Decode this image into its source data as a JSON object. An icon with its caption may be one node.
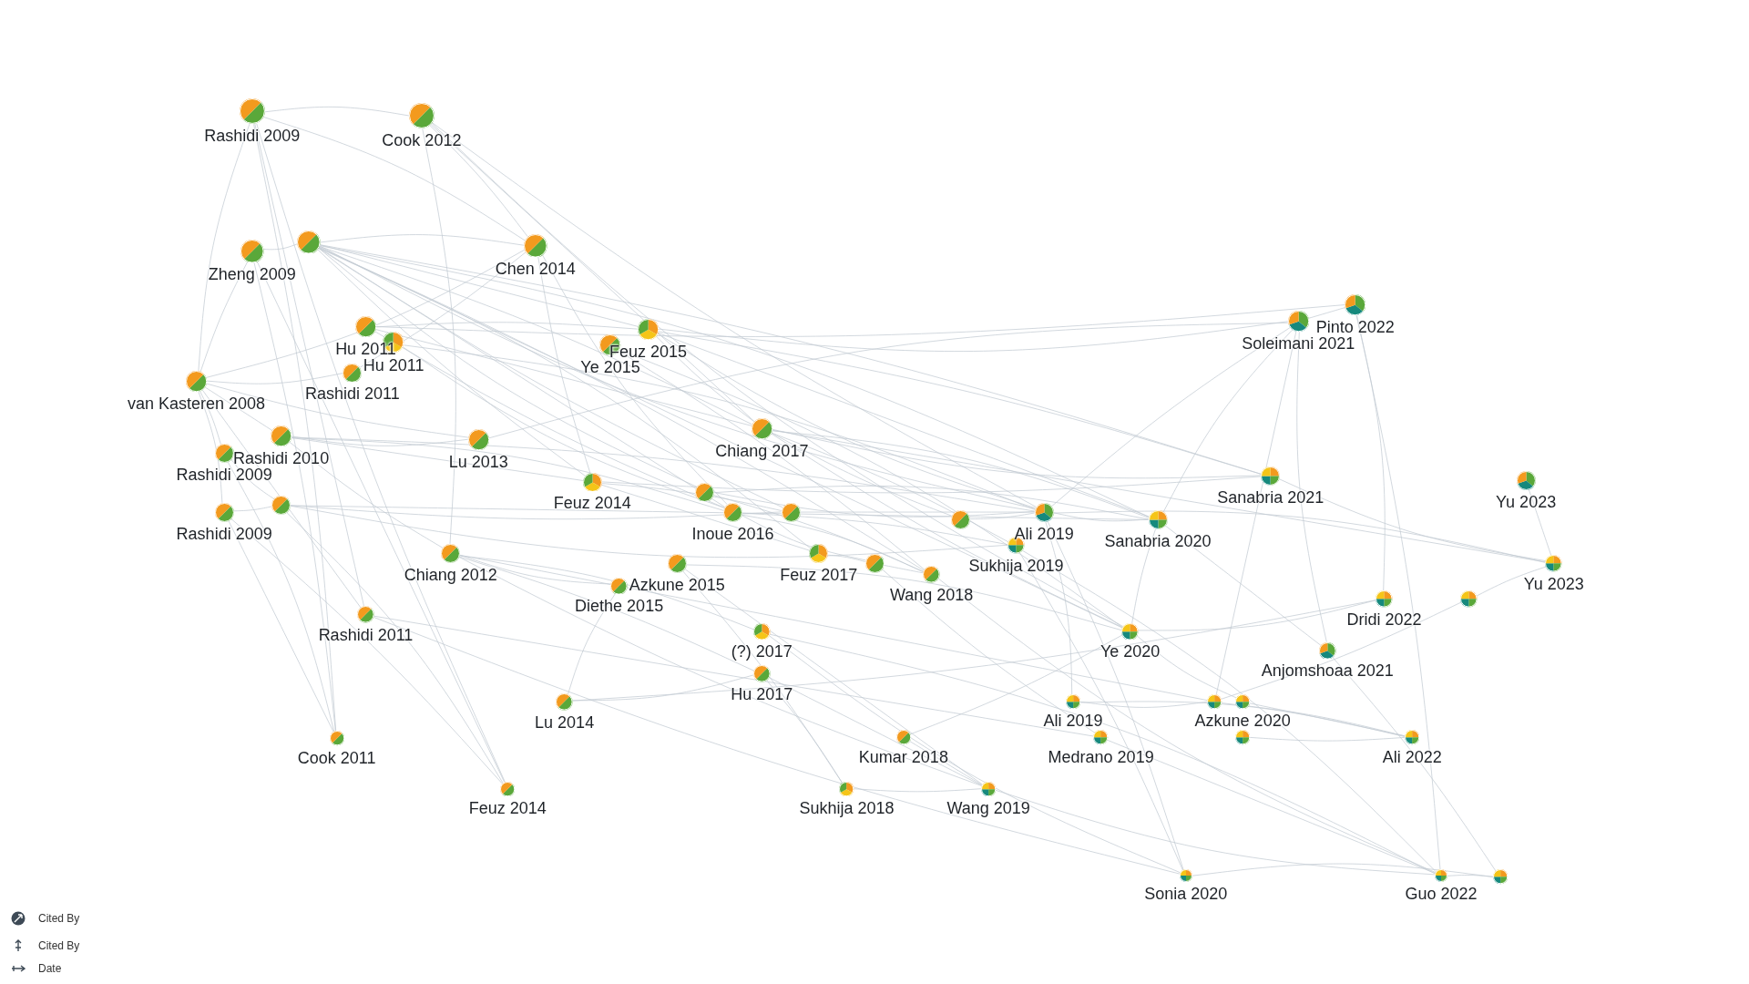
{
  "diagram": {
    "nodes": [
      {
        "text": [
          "Rashidi 2009"
        ]
      },
      {
        "text": [
          "Cook 2012"
        ]
      },
      {
        "text": [
          "Zheng 2009"
        ]
      },
      {
        "text": [],
        "shape": "circle"
      },
      {
        "text": [
          "Chen 2014"
        ]
      },
      {
        "text": [
          "Pinto 2022"
        ]
      },
      {
        "text": [
          "Soleimani 2021"
        ]
      },
      {
        "text": [
          "Hu 2011"
        ]
      },
      {
        "text": [
          "Feuz 2015"
        ]
      },
      {
        "text": [
          "Hu 2011"
        ]
      },
      {
        "text": [
          "Ye 2015"
        ]
      },
      {
        "text": [
          "Rashidi 2011"
        ]
      },
      {
        "text": [
          "van Kasteren 2008"
        ]
      },
      {
        "text": [
          "Chiang 2017"
        ]
      },
      {
        "text": [
          "Rashidi 2010"
        ]
      },
      {
        "text": [
          "Lu 2013"
        ]
      },
      {
        "text": [
          "Rashidi 2009"
        ]
      },
      {
        "text": [
          "Sanabria 2021"
        ]
      },
      {
        "text": [
          "Yu 2023"
        ]
      },
      {
        "text": [
          "Feuz 2014"
        ]
      },
      {
        "text": [],
        "shape": "circle"
      },
      {
        "text": [
          "Rashidi 2009"
        ]
      },
      {
        "text": [],
        "shape": "circle"
      },
      {
        "text": [
          "Inoue 2016"
        ]
      },
      {
        "text": [],
        "shape": "circle"
      },
      {
        "text": [],
        "shape": "circle"
      },
      {
        "text": [
          "Ali 2019"
        ]
      },
      {
        "text": [
          "Sanabria 2020"
        ]
      },
      {
        "text": [
          "Sukhija 2019"
        ]
      },
      {
        "text": [
          "Chiang 2012"
        ]
      },
      {
        "text": [
          "Feuz 2017"
        ]
      },
      {
        "text": [],
        "shape": "circle"
      },
      {
        "text": [
          "Azkune 2015"
        ]
      },
      {
        "text": [
          "Yu 2023"
        ]
      },
      {
        "text": [
          "Wang 2018"
        ]
      },
      {
        "text": [
          "Diethe 2015"
        ]
      },
      {
        "text": [
          "Dridi 2022"
        ]
      },
      {
        "text": [],
        "shape": "circle"
      },
      {
        "text": [
          "Rashidi 2011"
        ]
      },
      {
        "text": [
          "(?) 2017"
        ]
      },
      {
        "text": [
          "Ye 2020"
        ]
      },
      {
        "text": [
          "Anjomshoaa 2021"
        ]
      },
      {
        "text": [
          "Hu 2017"
        ]
      },
      {
        "text": [
          "Lu 2014"
        ]
      },
      {
        "text": [
          "Ali 2019"
        ]
      },
      {
        "text": [],
        "shape": "circle"
      },
      {
        "text": [
          "Azkune 2020"
        ]
      },
      {
        "text": [
          "Cook 2011"
        ]
      },
      {
        "text": [
          "Kumar 2018"
        ]
      },
      {
        "text": [
          "Medrano 2019"
        ]
      },
      {
        "text": [],
        "shape": "circle"
      },
      {
        "text": [
          "Ali 2022"
        ]
      },
      {
        "text": [
          "Feuz 2014"
        ]
      },
      {
        "text": [
          "Sukhija 2018"
        ]
      },
      {
        "text": [
          "Wang 2019"
        ]
      },
      {
        "text": [
          "Sonia 2020"
        ]
      },
      {
        "text": [
          "Guo 2022"
        ]
      },
      {
        "text": [],
        "shape": "circle"
      }
    ],
    "edges": [
      {
        "from": 0,
        "to": 1,
        "arrow": "none"
      },
      {
        "from": 0,
        "to": 47,
        "arrow": "none"
      },
      {
        "from": 0,
        "to": 38,
        "arrow": "none"
      },
      {
        "from": 0,
        "to": 52,
        "arrow": "none"
      },
      {
        "from": 0,
        "to": 12,
        "arrow": "none"
      },
      {
        "from": 0,
        "to": 4,
        "arrow": "none"
      },
      {
        "from": 1,
        "to": 4,
        "arrow": "none"
      },
      {
        "from": 1,
        "to": 13,
        "arrow": "none"
      },
      {
        "from": 1,
        "to": 26,
        "arrow": "none"
      },
      {
        "from": 1,
        "to": 40,
        "arrow": "none"
      },
      {
        "from": 1,
        "to": 29,
        "arrow": "none"
      },
      {
        "from": 2,
        "to": 47,
        "arrow": "none"
      },
      {
        "from": 2,
        "to": 52,
        "arrow": "none"
      },
      {
        "from": 2,
        "to": 12,
        "arrow": "none"
      },
      {
        "from": 2,
        "to": 3,
        "arrow": "none"
      },
      {
        "from": 3,
        "to": 4,
        "arrow": "none"
      },
      {
        "from": 3,
        "to": 13,
        "arrow": "none"
      },
      {
        "from": 3,
        "to": 23,
        "arrow": "none"
      },
      {
        "from": 3,
        "to": 24,
        "arrow": "none"
      },
      {
        "from": 3,
        "to": 26,
        "arrow": "none"
      },
      {
        "from": 3,
        "to": 30,
        "arrow": "none"
      },
      {
        "from": 3,
        "to": 34,
        "arrow": "none"
      },
      {
        "from": 3,
        "to": 8,
        "arrow": "none"
      },
      {
        "from": 3,
        "to": 19,
        "arrow": "none"
      },
      {
        "from": 3,
        "to": 20,
        "arrow": "none"
      },
      {
        "from": 3,
        "to": 27,
        "arrow": "none"
      },
      {
        "from": 3,
        "to": 17,
        "arrow": "none"
      },
      {
        "from": 3,
        "to": 40,
        "arrow": "none"
      },
      {
        "from": 4,
        "to": 19,
        "arrow": "none"
      },
      {
        "from": 4,
        "to": 23,
        "arrow": "none"
      },
      {
        "from": 4,
        "to": 12,
        "arrow": "none"
      },
      {
        "from": 4,
        "to": 11,
        "arrow": "none"
      },
      {
        "from": 5,
        "to": 6,
        "arrow": "none"
      },
      {
        "from": 7,
        "to": 5,
        "arrow": "none"
      },
      {
        "from": 8,
        "to": 6,
        "arrow": "none"
      },
      {
        "from": 5,
        "to": 36,
        "arrow": "none"
      },
      {
        "from": 5,
        "to": 56,
        "arrow": "none"
      },
      {
        "from": 6,
        "to": 45,
        "arrow": "none"
      },
      {
        "from": 6,
        "to": 26,
        "arrow": "none"
      },
      {
        "from": 6,
        "to": 27,
        "arrow": "none"
      },
      {
        "from": 15,
        "to": 6,
        "arrow": "none"
      },
      {
        "from": 7,
        "to": 8,
        "arrow": "none"
      },
      {
        "from": 7,
        "to": 13,
        "arrow": "none"
      },
      {
        "from": 7,
        "to": 23,
        "arrow": "none"
      },
      {
        "from": 9,
        "to": 23,
        "arrow": "none"
      },
      {
        "from": 9,
        "to": 26,
        "arrow": "none"
      },
      {
        "from": 8,
        "to": 17,
        "arrow": "none"
      },
      {
        "from": 8,
        "to": 27,
        "arrow": "none"
      },
      {
        "from": 8,
        "to": 13,
        "arrow": "none"
      },
      {
        "from": 8,
        "to": 26,
        "arrow": "none"
      },
      {
        "from": 10,
        "to": 40,
        "arrow": "none"
      },
      {
        "from": 10,
        "to": 34,
        "arrow": "none"
      },
      {
        "from": 12,
        "to": 14,
        "arrow": "none"
      },
      {
        "from": 12,
        "to": 15,
        "arrow": "none"
      },
      {
        "from": 12,
        "to": 11,
        "arrow": "none"
      },
      {
        "from": 12,
        "to": 21,
        "arrow": "none"
      },
      {
        "from": 12,
        "to": 16,
        "arrow": "none"
      },
      {
        "from": 12,
        "to": 38,
        "arrow": "none"
      },
      {
        "from": 13,
        "to": 25,
        "arrow": "none"
      },
      {
        "from": 13,
        "to": 17,
        "arrow": "none"
      },
      {
        "from": 13,
        "to": 27,
        "arrow": "none"
      },
      {
        "from": 13,
        "to": 28,
        "arrow": "none"
      },
      {
        "from": 13,
        "to": 33,
        "arrow": "none"
      },
      {
        "from": 13,
        "to": 40,
        "arrow": "none"
      },
      {
        "from": 14,
        "to": 15,
        "arrow": "none"
      },
      {
        "from": 14,
        "to": 23,
        "arrow": "none"
      },
      {
        "from": 14,
        "to": 26,
        "arrow": "none"
      },
      {
        "from": 14,
        "to": 19,
        "arrow": "none"
      },
      {
        "from": 14,
        "to": 29,
        "arrow": "none"
      },
      {
        "from": 16,
        "to": 22,
        "arrow": "none"
      },
      {
        "from": 16,
        "to": 47,
        "arrow": "none"
      },
      {
        "from": 19,
        "to": 24,
        "arrow": "none"
      },
      {
        "from": 19,
        "to": 30,
        "arrow": "none"
      },
      {
        "from": 19,
        "to": 17,
        "arrow": "none"
      },
      {
        "from": 20,
        "to": 26,
        "arrow": "none"
      },
      {
        "from": 20,
        "to": 27,
        "arrow": "none"
      },
      {
        "from": 20,
        "to": 34,
        "arrow": "none"
      },
      {
        "from": 22,
        "to": 27,
        "arrow": "none"
      },
      {
        "from": 22,
        "to": 24,
        "arrow": "none"
      },
      {
        "from": 22,
        "to": 28,
        "arrow": "none"
      },
      {
        "from": 22,
        "to": 52,
        "arrow": "none"
      },
      {
        "from": 21,
        "to": 52,
        "arrow": "none"
      },
      {
        "from": 21,
        "to": 47,
        "arrow": "none"
      },
      {
        "from": 21,
        "to": 22,
        "arrow": "none"
      },
      {
        "from": 23,
        "to": 31,
        "arrow": "none"
      },
      {
        "from": 23,
        "to": 34,
        "arrow": "none"
      },
      {
        "from": 23,
        "to": 28,
        "arrow": "none"
      },
      {
        "from": 24,
        "to": 26,
        "arrow": "none"
      },
      {
        "from": 25,
        "to": 26,
        "arrow": "none"
      },
      {
        "from": 26,
        "to": 27,
        "arrow": "none"
      },
      {
        "from": 26,
        "to": 44,
        "arrow": "none"
      },
      {
        "from": 26,
        "to": 55,
        "arrow": "none"
      },
      {
        "from": 27,
        "to": 41,
        "arrow": "none"
      },
      {
        "from": 27,
        "to": 40,
        "arrow": "none"
      },
      {
        "from": 17,
        "to": 33,
        "arrow": "none"
      },
      {
        "from": 29,
        "to": 39,
        "arrow": "none"
      },
      {
        "from": 29,
        "to": 42,
        "arrow": "none"
      },
      {
        "from": 29,
        "to": 45,
        "arrow": "none"
      },
      {
        "from": 29,
        "to": 54,
        "arrow": "none"
      },
      {
        "from": 29,
        "to": 35,
        "arrow": "none"
      },
      {
        "from": 32,
        "to": 40,
        "arrow": "none"
      },
      {
        "from": 32,
        "to": 53,
        "arrow": "none"
      },
      {
        "from": 32,
        "to": 54,
        "arrow": "none"
      },
      {
        "from": 43,
        "to": 36,
        "arrow": "none"
      },
      {
        "from": 43,
        "to": 42,
        "arrow": "none"
      },
      {
        "from": 43,
        "to": 35,
        "arrow": "none"
      },
      {
        "from": 30,
        "to": 31,
        "arrow": "none"
      },
      {
        "from": 31,
        "to": 34,
        "arrow": "none"
      },
      {
        "from": 31,
        "to": 49,
        "arrow": "none"
      },
      {
        "from": 34,
        "to": 56,
        "arrow": "none"
      },
      {
        "from": 28,
        "to": 56,
        "arrow": "none"
      },
      {
        "from": 28,
        "to": 55,
        "arrow": "none"
      },
      {
        "from": 33,
        "to": 18,
        "arrow": "none"
      },
      {
        "from": 33,
        "to": 37,
        "arrow": "none"
      },
      {
        "from": 33,
        "to": 26,
        "arrow": "none"
      },
      {
        "from": 36,
        "to": 40,
        "arrow": "none"
      },
      {
        "from": 37,
        "to": 45,
        "arrow": "none"
      },
      {
        "from": 38,
        "to": 49,
        "arrow": "none"
      },
      {
        "from": 38,
        "to": 55,
        "arrow": "none"
      },
      {
        "from": 39,
        "to": 55,
        "arrow": "none"
      },
      {
        "from": 39,
        "to": 56,
        "arrow": "none"
      },
      {
        "from": 42,
        "to": 53,
        "arrow": "none"
      },
      {
        "from": 42,
        "to": 54,
        "arrow": "none"
      },
      {
        "from": 48,
        "to": 40,
        "arrow": "none"
      },
      {
        "from": 44,
        "to": 45,
        "arrow": "none"
      },
      {
        "from": 44,
        "to": 51,
        "arrow": "none"
      },
      {
        "from": 45,
        "to": 51,
        "arrow": "none"
      },
      {
        "from": 46,
        "to": 51,
        "arrow": "none"
      },
      {
        "from": 50,
        "to": 51,
        "arrow": "none"
      },
      {
        "from": 40,
        "to": 46,
        "arrow": "none"
      },
      {
        "from": 41,
        "to": 6,
        "arrow": "none"
      },
      {
        "from": 41,
        "to": 57,
        "arrow": "none"
      },
      {
        "from": 49,
        "to": 56,
        "arrow": "none"
      },
      {
        "from": 53,
        "to": 54,
        "arrow": "none"
      },
      {
        "from": 54,
        "to": 56,
        "arrow": "none"
      },
      {
        "from": 55,
        "to": 57,
        "arrow": "none"
      },
      {
        "from": 56,
        "to": 57,
        "arrow": "none"
      },
      {
        "from": 48,
        "to": 54,
        "arrow": "none"
      }
    ],
    "legend": [
      {
        "text": "Cited By"
      },
      {
        "text": "Cited By"
      },
      {
        "text": "Date"
      }
    ]
  }
}
